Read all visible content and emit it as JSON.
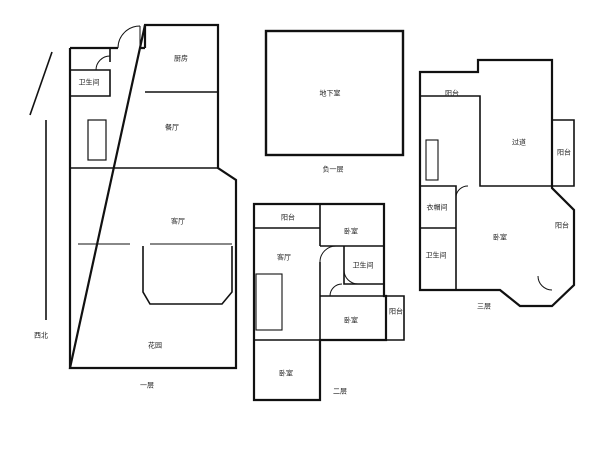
{
  "floor_1": {
    "kitchen": "厨房",
    "bathroom": "卫生间",
    "dining": "餐厅",
    "living": "客厅",
    "garden": "花园",
    "caption": "一层",
    "orientation": "西北"
  },
  "basement": {
    "room": "地下室",
    "caption": "负一层"
  },
  "floor_2": {
    "balcony_top": "阳台",
    "living": "客厅",
    "bedroom_ne": "卧室",
    "bathroom": "卫生间",
    "bedroom_e": "卧室",
    "balcony_e": "阳台",
    "bedroom_s": "卧室",
    "caption": "二层"
  },
  "floor_3": {
    "balcony_top": "阳台",
    "corridor": "过道",
    "balcony_e1": "阳台",
    "cloakroom": "衣帽间",
    "bedroom": "卧室",
    "balcony_e2": "阳台",
    "bathroom": "卫生间",
    "caption": "三层"
  }
}
